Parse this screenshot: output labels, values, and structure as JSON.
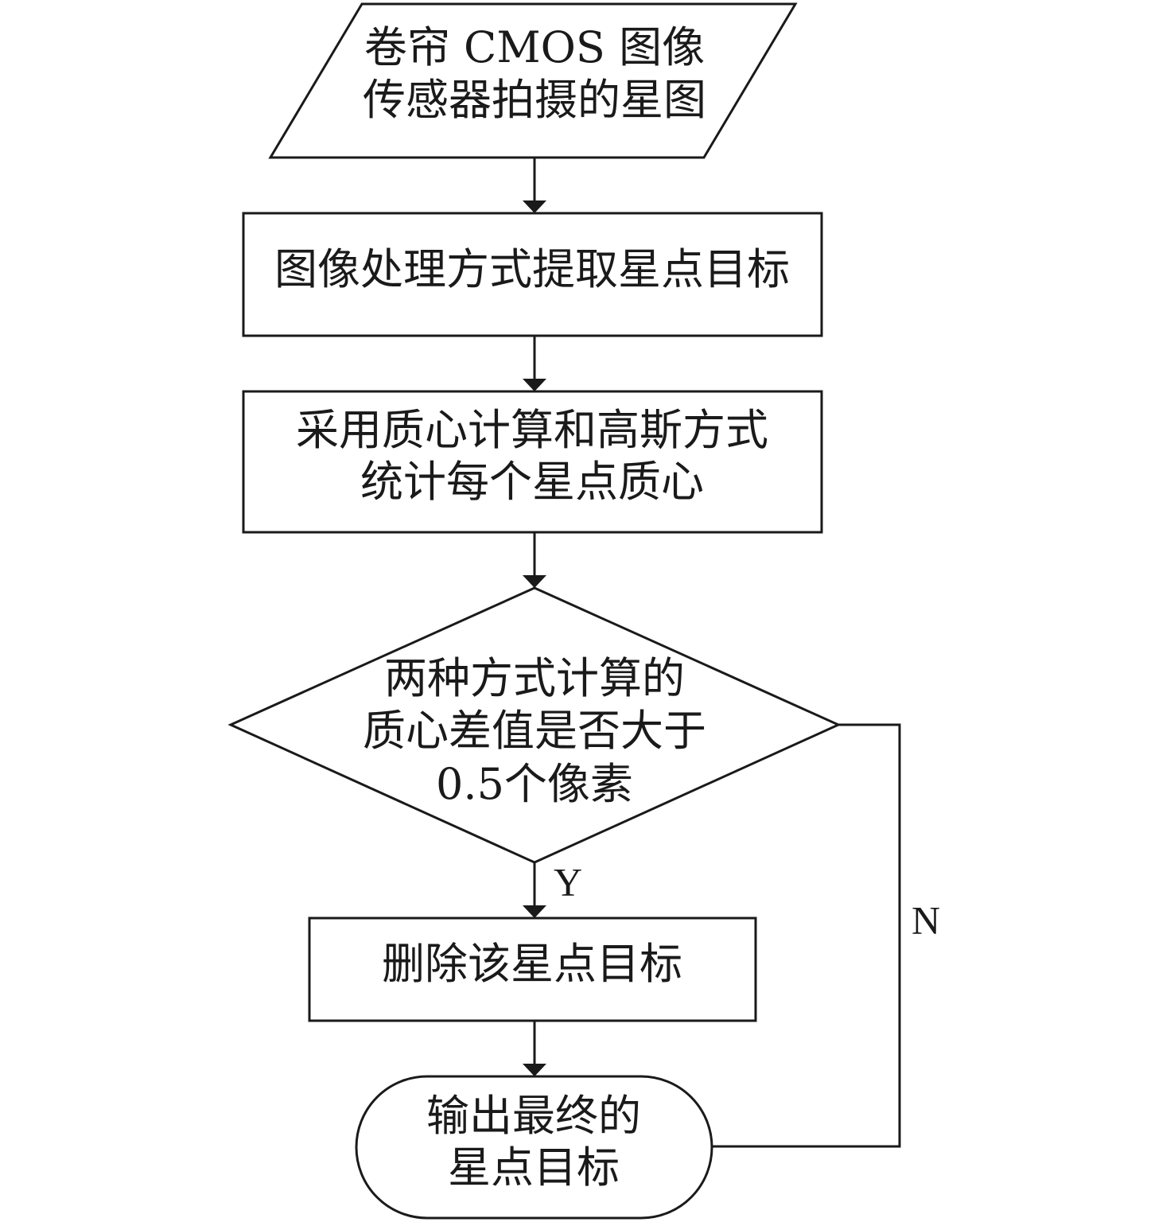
{
  "nodes": [
    {
      "id": "input",
      "shape": "parallelogram",
      "lines": [
        "卷帘 CMOS 图像",
        "传感器拍摄的星图"
      ]
    },
    {
      "id": "extract",
      "shape": "rectangle",
      "lines": [
        "图像处理方式提取星点目标"
      ]
    },
    {
      "id": "centroid",
      "shape": "rectangle",
      "lines": [
        "采用质心计算和高斯方式",
        "统计每个星点质心"
      ]
    },
    {
      "id": "decision",
      "shape": "diamond",
      "lines": [
        "两种方式计算的",
        "质心差值是否大于",
        "0.5个像素"
      ]
    },
    {
      "id": "delete",
      "shape": "rectangle",
      "lines": [
        "删除该星点目标"
      ]
    },
    {
      "id": "output",
      "shape": "terminal",
      "lines": [
        "输出最终的",
        "星点目标"
      ]
    }
  ],
  "edges": [
    {
      "from": "input",
      "to": "extract",
      "label": ""
    },
    {
      "from": "extract",
      "to": "centroid",
      "label": ""
    },
    {
      "from": "centroid",
      "to": "decision",
      "label": ""
    },
    {
      "from": "decision",
      "to": "delete",
      "label": "Y"
    },
    {
      "from": "delete",
      "to": "output",
      "label": ""
    },
    {
      "from": "decision",
      "to": "output",
      "label": "N"
    }
  ]
}
